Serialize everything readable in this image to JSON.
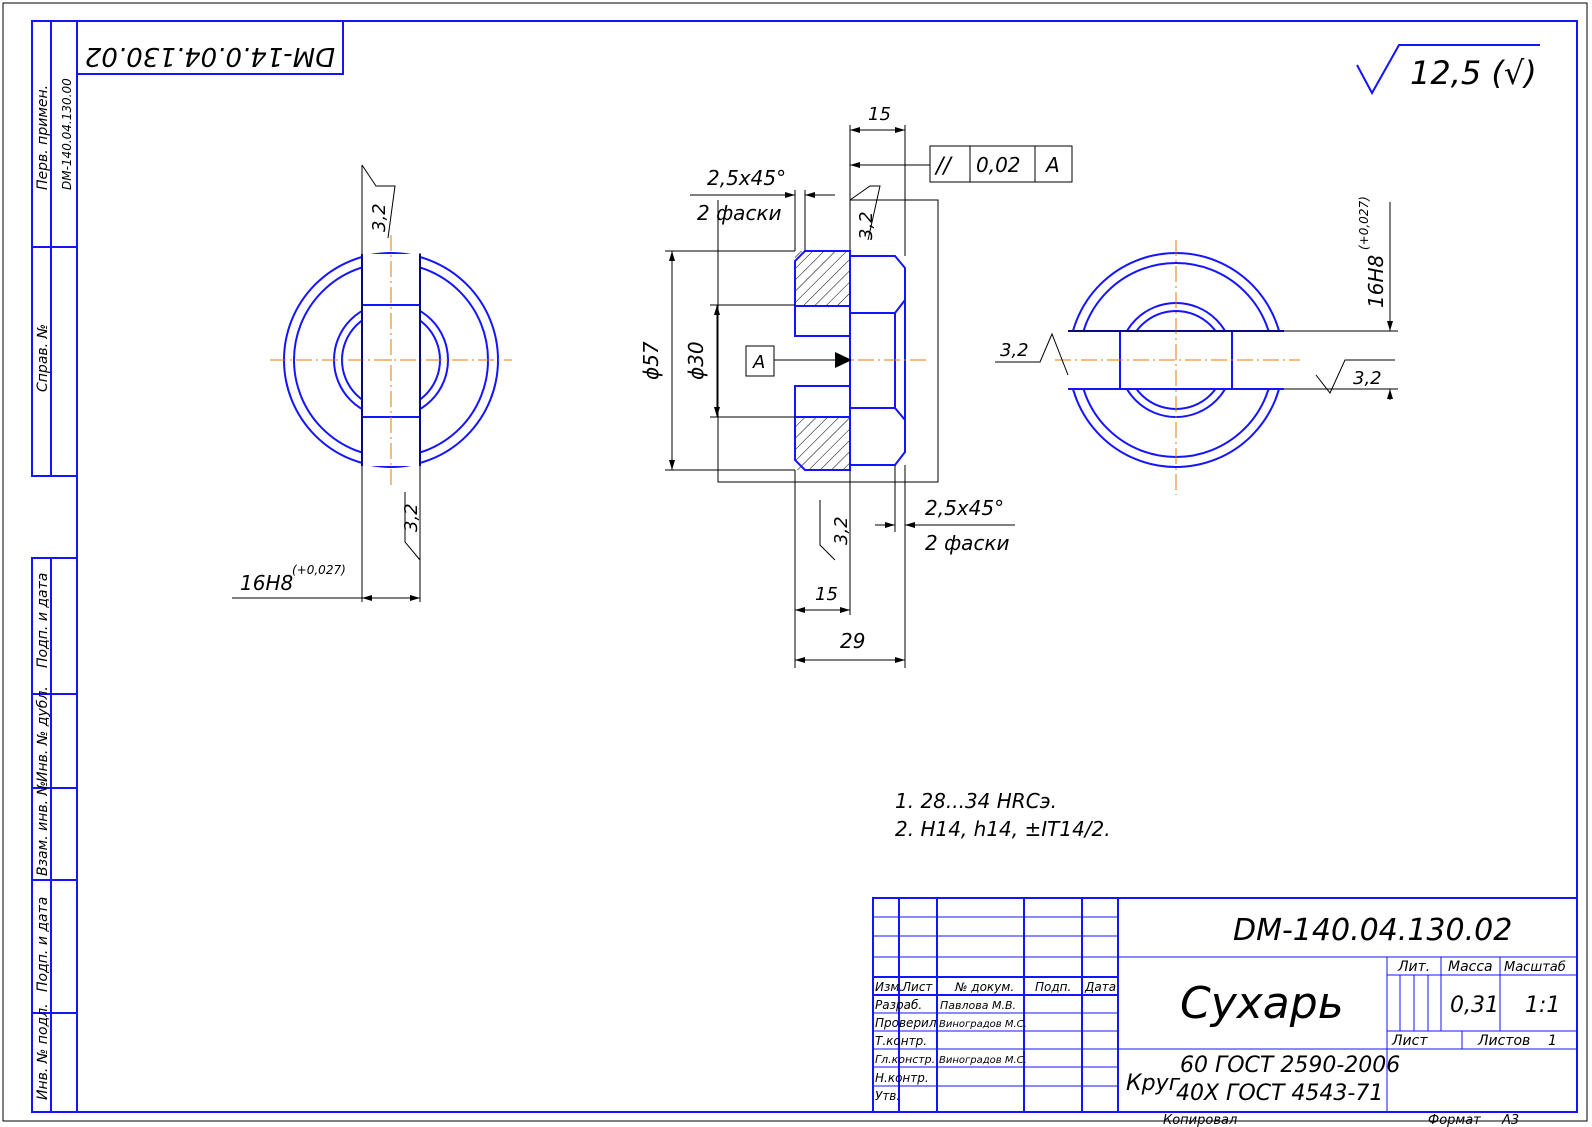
{
  "drawing": {
    "designation": "DM-140.04.130.02",
    "designation_mirrored": "DM-14.0.04.130.02",
    "surface_roughness_general": "12,5 (√)"
  },
  "side_stamp": {
    "primary_use_label": "Перв. примен.",
    "primary_use_value": "DM-140.04.130.00",
    "reference_label": "Справ. №",
    "sign_date_label_1": "Подп. и дата",
    "dup_inv_label": "Инв. № дубл.",
    "interch_inv_label": "Взам. инв. №",
    "sign_date_label_2": "Подп. и дата",
    "orig_inv_label": "Инв. № подл."
  },
  "dimensions": {
    "left_roughness_top": "3,2",
    "left_roughness_bottom": "3,2",
    "left_slot": "16H8",
    "left_slot_tol": "(+0,027)",
    "mid_width_top": "15",
    "mid_chamfer_top": "2,5х45°",
    "mid_chamfer_top_note": "2 фаски",
    "mid_roughness_top": "3,2",
    "mid_diameter_outer": "ϕ57",
    "mid_diameter_inner": "ϕ30",
    "datum": "A",
    "tolerance_symbol": "//",
    "tolerance_value": "0,02",
    "tolerance_datum": "A",
    "mid_roughness_bottom": "3,2",
    "mid_chamfer_bottom": "2,5х45°",
    "mid_chamfer_bottom_note": "2 фаски",
    "mid_width_bottom": "15",
    "mid_total_width": "29",
    "right_roughness_left": "3,2",
    "right_roughness_right": "3,2",
    "right_slot": "16H8",
    "right_slot_tol": "(+0,027)"
  },
  "notes": [
    "1.  28...34 HRCэ.",
    "2.  H14, h14, ±IT14/2."
  ],
  "title_block": {
    "designation": "DM-140.04.130.02",
    "part_name": "Сухарь",
    "material_prefix": "Круг",
    "material_line1": "60 ГОСТ 2590-2006",
    "material_line2": "40Х ГОСТ 4543-71",
    "col_izm": "Изм.",
    "col_list": "Лист",
    "col_doc": "№ докум.",
    "col_sign": "Подп.",
    "col_date": "Дата",
    "row_razrab": "Разраб.",
    "row_razrab_name": "Павлова М.В.",
    "row_prov": "Проверил",
    "row_prov_name": "Виноградов М.С.",
    "row_tkontr": "Т.контр.",
    "row_glkontr": "Гл.констр.",
    "row_glkontr_name": "Виноградов М.С.",
    "row_nkontr": "Н.контр.",
    "row_utv": "Утв.",
    "lit_label": "Лит.",
    "mass_label": "Масса",
    "scale_label": "Масштаб",
    "mass_value": "0,31",
    "scale_value": "1:1",
    "sheet_label": "Лист",
    "sheets_label": "Листов",
    "sheets_value": "1",
    "copied_label": "Копировал",
    "format_label": "Формат",
    "format_value": "А3"
  }
}
